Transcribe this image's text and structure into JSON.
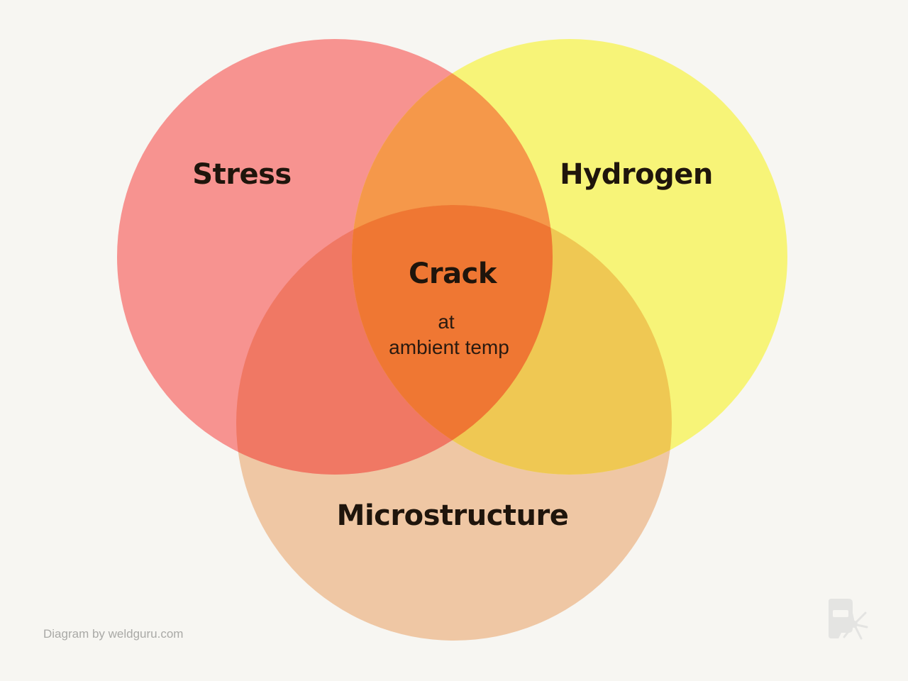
{
  "diagram": {
    "sets": [
      {
        "id": "stress",
        "label": "Stress",
        "color": "#f47a7a"
      },
      {
        "id": "hydrogen",
        "label": "Hydrogen",
        "color": "#f6f061"
      },
      {
        "id": "microstructure",
        "label": "Microstructure",
        "color": "#eeb68c"
      }
    ],
    "center": {
      "label": "Crack",
      "note_line1": "at",
      "note_line2": "ambient temp"
    }
  },
  "footer": {
    "credit": "Diagram by weldguru.com",
    "logo_icon": "welding-helmet-spark-icon"
  },
  "colors": {
    "background": "#f7f6f2",
    "stress": "#f79390",
    "hydrogen": "#f7f478",
    "microstructure": "#efc7a4",
    "stress_hydrogen": "#f5984a",
    "stress_microstructure": "#f07864",
    "hydrogen_microstructure": "#efc853",
    "center": "#ef7733"
  }
}
